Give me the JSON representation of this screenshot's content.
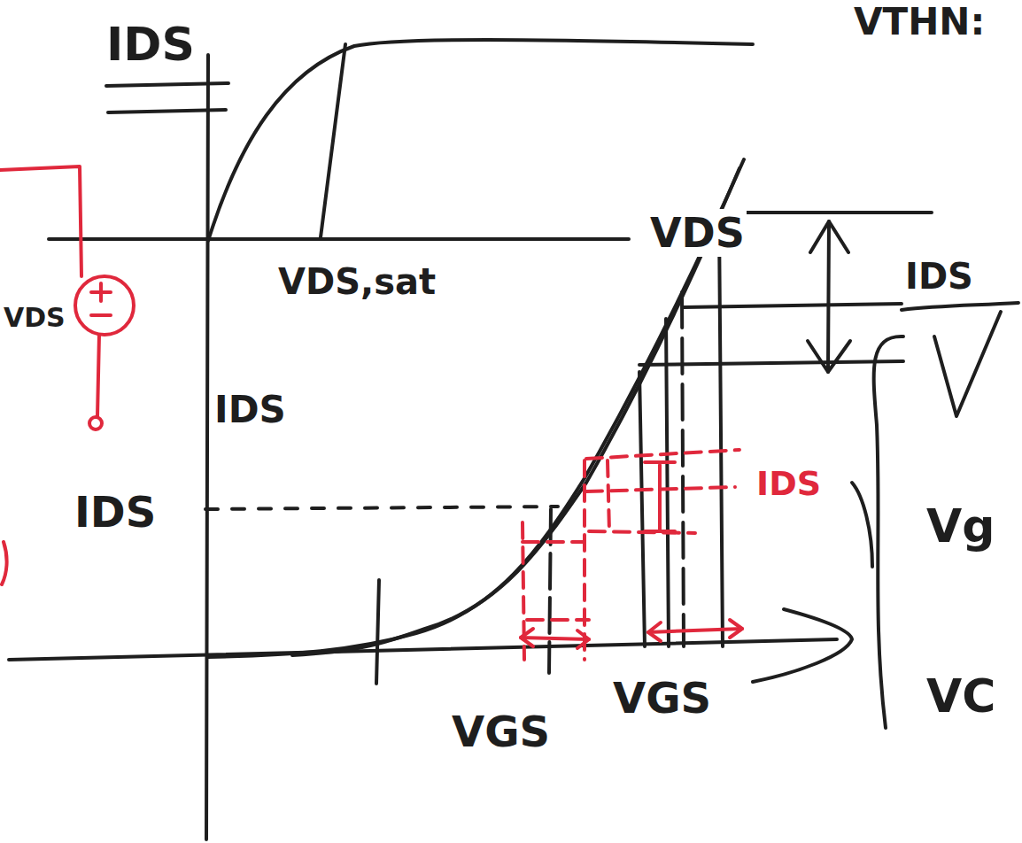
{
  "diagram": {
    "labels": [
      "IDS",
      "VDS,sat",
      "VDS",
      "VTHN:",
      "IDS",
      "VDS",
      "IDS",
      "IDS",
      "IDS",
      "VGS",
      "VGS",
      "Vg",
      "VC"
    ]
  }
}
